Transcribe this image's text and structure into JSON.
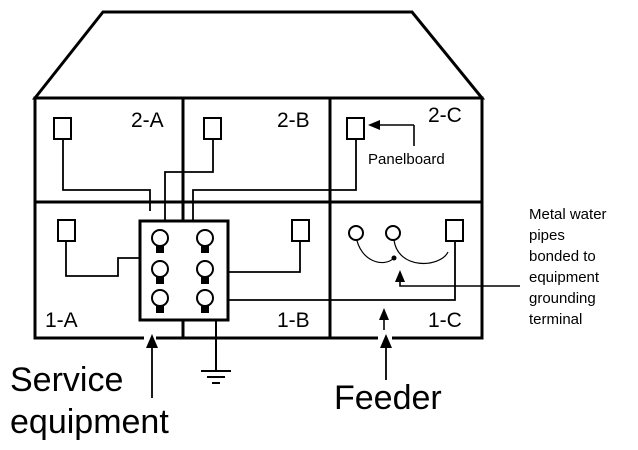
{
  "units": {
    "u2a": "2-A",
    "u2b": "2-B",
    "u2c": "2-C",
    "u1a": "1-A",
    "u1b": "1-B",
    "u1c": "1-C"
  },
  "callouts": {
    "panelboard": "Panelboard",
    "pipes": [
      "Metal water",
      "pipes",
      "bonded to",
      "equipment",
      "grounding",
      "terminal"
    ],
    "service": [
      "Service",
      "equipment"
    ],
    "feeder": "Feeder"
  },
  "colors": {
    "ink": "#000000",
    "paper": "#ffffff"
  }
}
